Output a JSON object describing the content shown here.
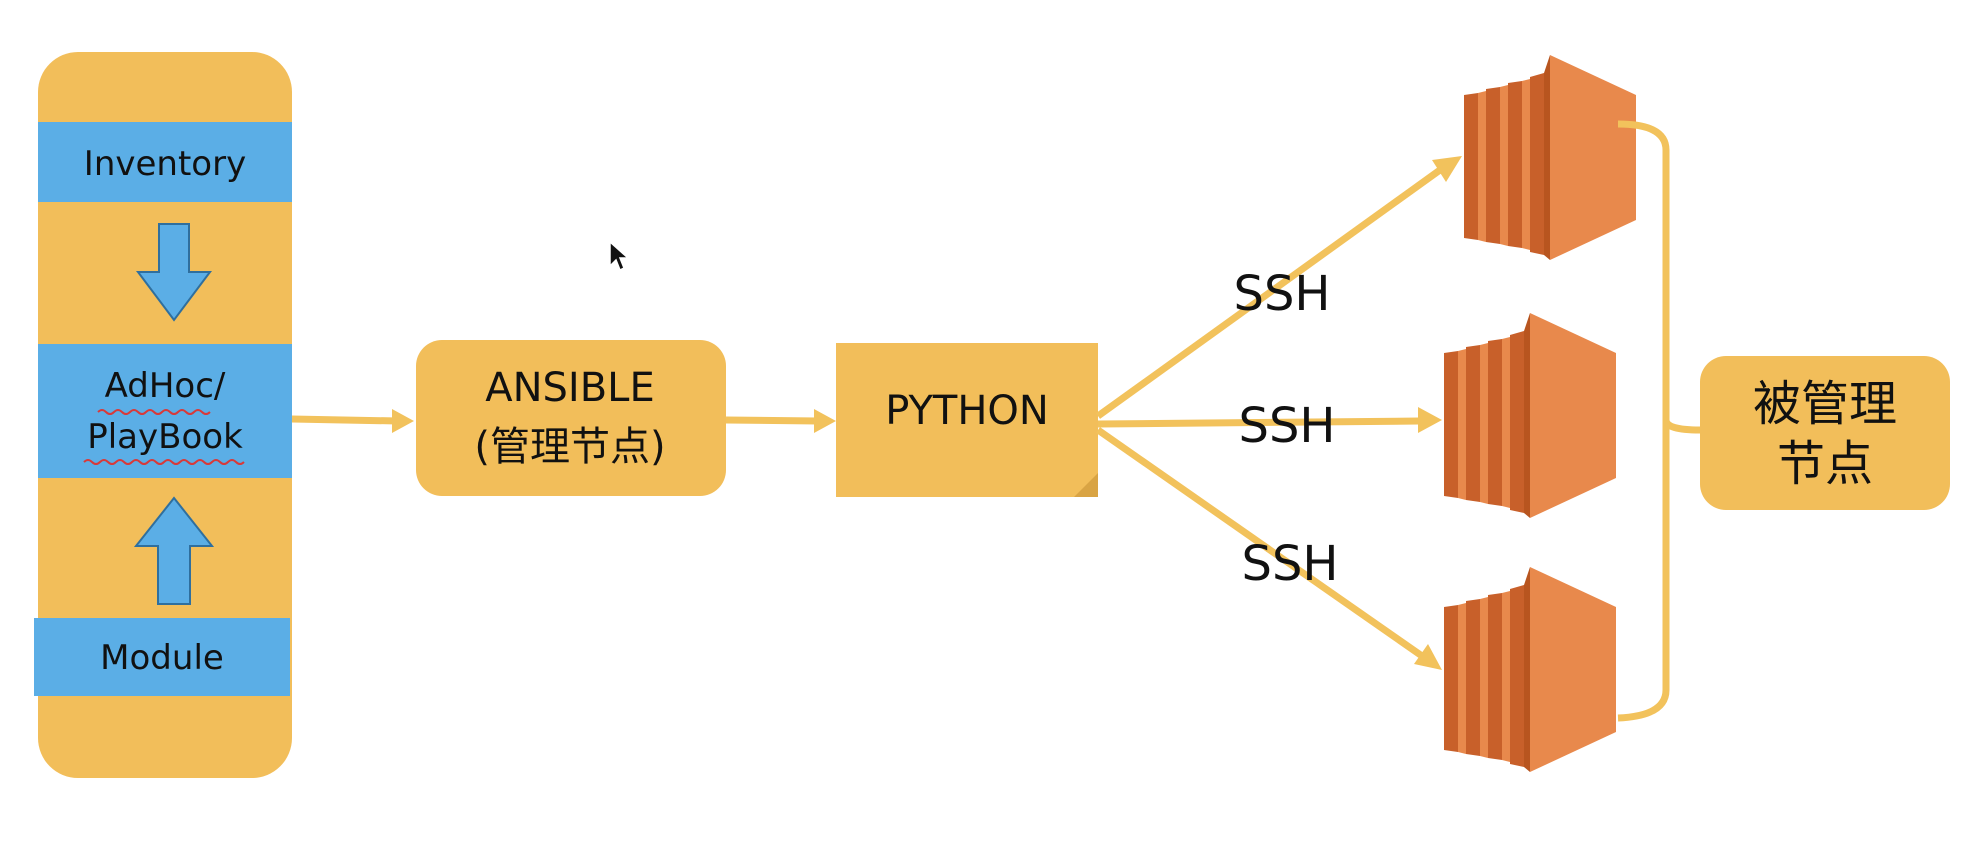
{
  "diagram": {
    "colors": {
      "box": "#F2BE5A",
      "arrow": "#F2C25C",
      "band": "#5BAEE6",
      "band_arrow": "#5BAEE6",
      "server_dark": "#C8602A",
      "server_light": "#E8894C",
      "text": "#111111"
    },
    "control_column": {
      "inventory": "Inventory",
      "adhoc_line1": "AdHoc/",
      "adhoc_line2": "PlayBook",
      "module": "Module"
    },
    "ansible_box": {
      "line1": "ANSIBLE",
      "line2": "(管理节点)"
    },
    "python_box": {
      "label": "PYTHON"
    },
    "connections": {
      "top": "SSH",
      "middle": "SSH",
      "bottom": "SSH"
    },
    "managed_box": {
      "line1": "被管理",
      "line2": "节点"
    },
    "icons": [
      "server-icon",
      "server-icon",
      "server-icon",
      "mouse-cursor-icon",
      "down-arrow-icon",
      "up-arrow-icon"
    ]
  }
}
